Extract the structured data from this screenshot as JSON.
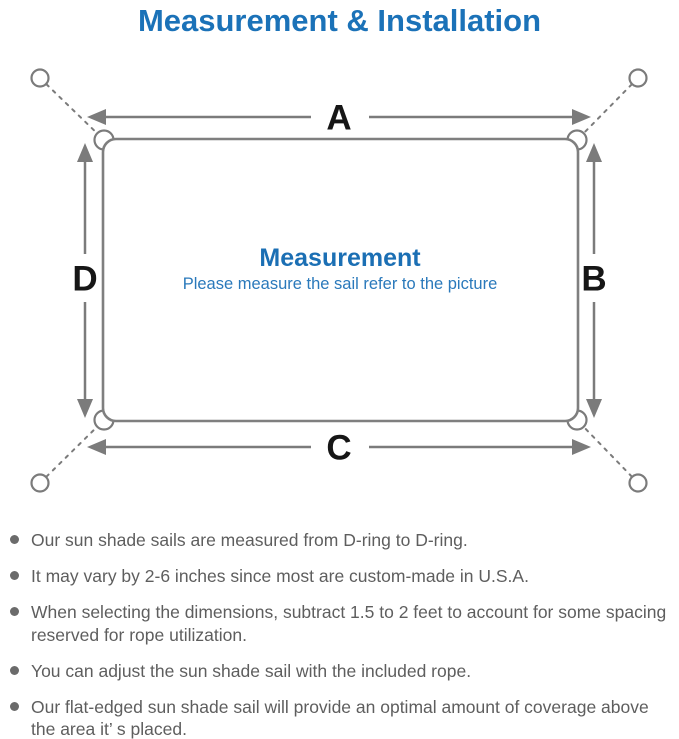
{
  "title": "Measurement & Installation",
  "colors": {
    "accent_blue": "#1b72b8",
    "diagram_line_gray": "#7b7b7b",
    "note_text_gray": "#5e5e5e",
    "dimension_label_black": "#161616"
  },
  "diagram": {
    "labels": {
      "top": "A",
      "right": "B",
      "bottom": "C",
      "left": "D"
    },
    "center_heading": "Measurement",
    "center_subtitle": "Please measure the sail refer to the picture"
  },
  "notes": {
    "items": [
      {
        "text": "Our sun shade sails are measured from D-ring to D-ring."
      },
      {
        "text": "It may vary by 2-6 inches since most are custom-made in U.S.A."
      },
      {
        "text": "When selecting the dimensions, subtract 1.5 to 2 feet to account for some spacing reserved for rope utilization."
      },
      {
        "text": "You can adjust the sun shade sail with the included rope."
      },
      {
        "text": "Our flat-edged sun shade sail will provide an optimal amount of coverage above the area it’ s placed."
      }
    ]
  }
}
